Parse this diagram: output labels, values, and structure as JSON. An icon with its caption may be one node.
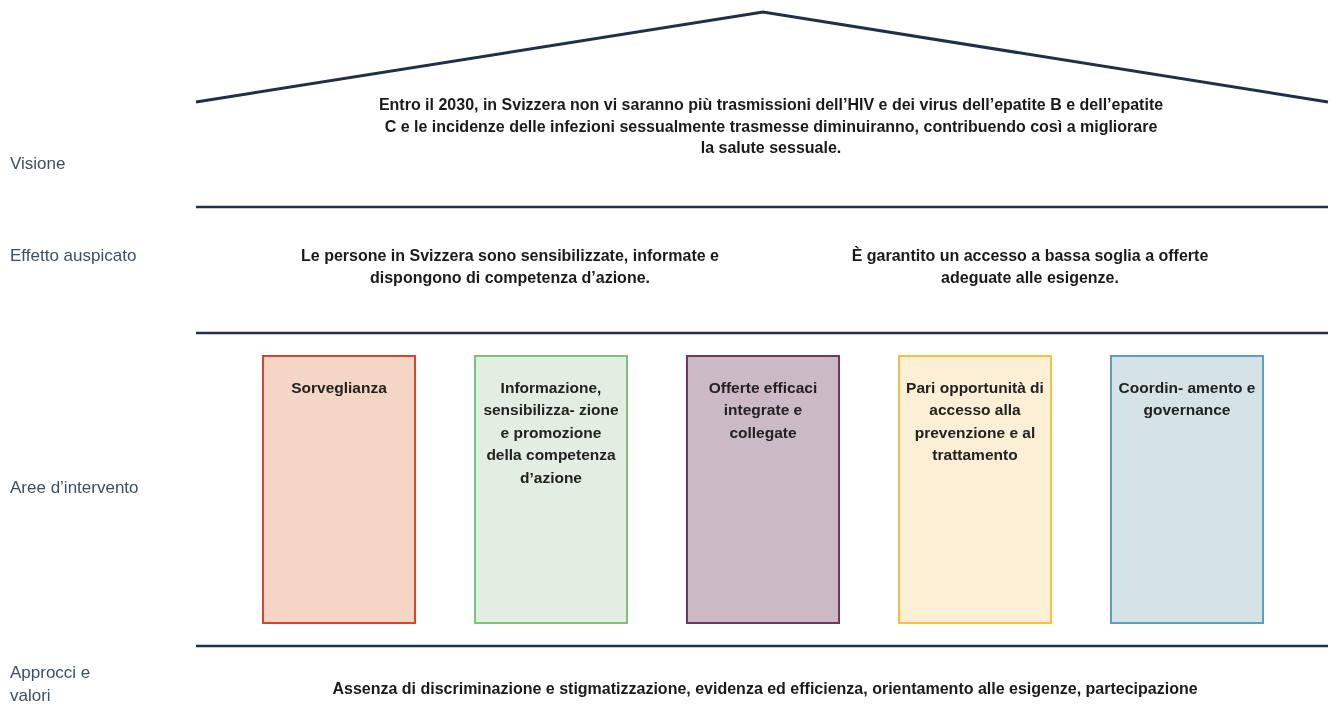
{
  "diagram": {
    "nodes": [
      {
        "text": [
          "Sorveglianza"
        ]
      },
      {
        "text": [
          "Informazione, sensibilizza- zione e promozione della competenza d’azione"
        ]
      },
      {
        "text": [
          "Offerte efficaci integrate e collegate"
        ]
      },
      {
        "text": [
          "Pari opportunità di accesso alla prevenzione e al trattamento"
        ]
      },
      {
        "text": [
          "Coordin- amento e governance"
        ]
      }
    ],
    "edges": [],
    "labels": [
      "Entro il 2030, in Svizzera non vi saranno più trasmissioni dell’HIV e dei virus dell’epatite B e dell’epatite C e le incidenze delle infezioni sessualmente trasmesse diminuiranno, contribuendo così a migliorare la salute sessuale.",
      "Visione",
      "Effetto auspicato",
      "Le persone in Svizzera sono sensibilizzate, informate e dispongono di competenza d’azione.",
      "È garantito un accesso a bassa soglia a offerte adeguate alle esigenze.",
      "Aree d’intervento",
      "Approcci e valori",
      "Assenza di discriminazione e stigmatizzazione, evidenza ed efficienza, orientamento alle esigenze, partecipazione"
    ]
  }
}
